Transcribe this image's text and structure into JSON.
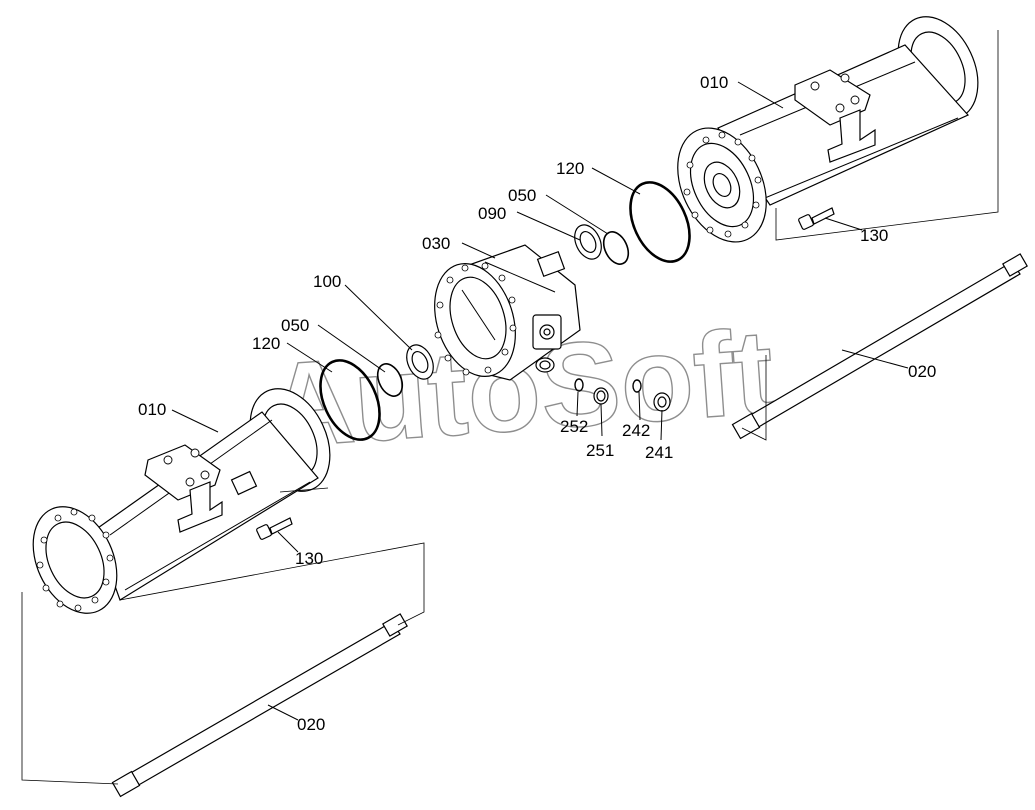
{
  "watermark": "AutoSoft",
  "callouts": [
    {
      "id": "010-right",
      "text": "010"
    },
    {
      "id": "120-right",
      "text": "120"
    },
    {
      "id": "050-right",
      "text": "050"
    },
    {
      "id": "090",
      "text": "090"
    },
    {
      "id": "030",
      "text": "030"
    },
    {
      "id": "130-right",
      "text": "130"
    },
    {
      "id": "100",
      "text": "100"
    },
    {
      "id": "050-left",
      "text": "050"
    },
    {
      "id": "120-left",
      "text": "120"
    },
    {
      "id": "010-left",
      "text": "010"
    },
    {
      "id": "252",
      "text": "252"
    },
    {
      "id": "251",
      "text": "251"
    },
    {
      "id": "242",
      "text": "242"
    },
    {
      "id": "241",
      "text": "241"
    },
    {
      "id": "020-right",
      "text": "020"
    },
    {
      "id": "130-left",
      "text": "130"
    },
    {
      "id": "020-left",
      "text": "020"
    }
  ]
}
